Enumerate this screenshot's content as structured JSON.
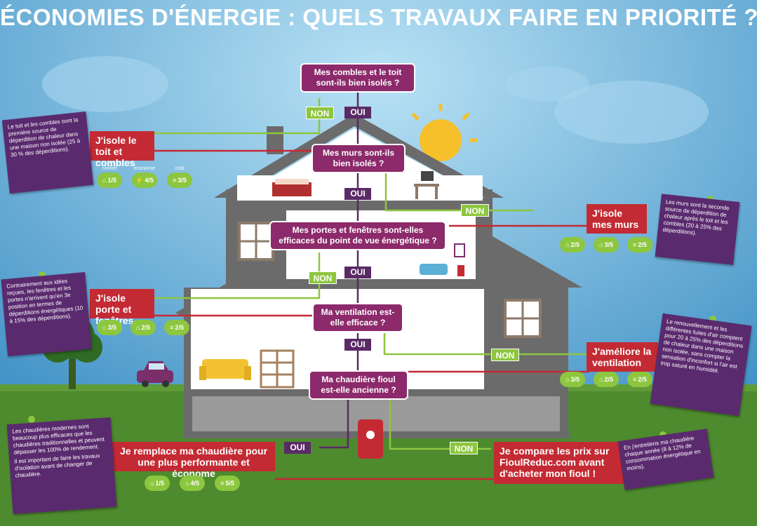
{
  "title": "ÉCONOMIES D'ÉNERGIE : QUELS TRAVAUX FAIRE EN PRIORITÉ ?",
  "colors": {
    "sky": "#6fb6dc",
    "grass": "#4e8a2e",
    "question": "#8c2a6b",
    "action": "#c42a33",
    "note": "#5a2a6e",
    "non": "#8dc63f",
    "oui": "#5a2a66"
  },
  "questions": [
    "Mes combles et le toit sont-ils bien isolés ?",
    "Mes murs sont-ils bien isolés ?",
    "Mes portes et fenêtres sont-elles efficaces du point de vue énergétique ?",
    "Ma ventilation est-elle efficace ?",
    "Ma chaudière fioul est-elle ancienne ?"
  ],
  "oui_label": "OUI",
  "non_label": "NON",
  "actions": {
    "toit": "J'isole le toit et combles",
    "murs": "J'isole mes murs",
    "portes": "J'isole porte et fenêtres",
    "ventilation": "J'améliore la ventilation",
    "chaudiere": "Je remplace ma chaudière pour une plus performante et économe",
    "compare": "Je compare les prix sur FioulReduc.com avant d'acheter mon fioul !"
  },
  "badge_labels": {
    "confort": "confort",
    "economie": "economie",
    "cout": "coût"
  },
  "badges": {
    "toit": [
      "1/5",
      "4/5",
      "3/5"
    ],
    "murs": [
      "2/5",
      "3/5",
      "2/5"
    ],
    "portes": [
      "3/5",
      "2/5",
      "2/5"
    ],
    "ventilation": [
      "3/5",
      "2/5",
      "2/5"
    ],
    "chaudiere": [
      "1/5",
      "4/5",
      "5/5"
    ]
  },
  "notes": {
    "toit": "Le toit et les combles sont la première source de déperdition de chaleur dans une maison non isolée (25 à 30 % des déperditions).",
    "murs": "Les murs sont la seconde source de déperdition de chaleur après le toit et les combles (20 à 25% des déperditions).",
    "portes": "Contrairement aux idées reçues, les fenêtres et les portes n'arrivent qu'en 3e position en termes de déperditions énergétiques (10 à 15% des déperditions).",
    "ventilation": "Le renouvellement et les différentes fuites d'air comptent pour 20 à 25% des déperditions de chaleur dans une maison non isolée, sans compter la sensation d'inconfort si l'air est trop saturé en humidité.",
    "chaudiere_1": "Les chaudières modernes sont beaucoup plus efficaces que les chaudières traditionnelles et peuvent dépasser les 100% de rendement.",
    "chaudiere_2": "Il est important de faire les travaux d'isolation avant de changer de chaudière.",
    "entretien": "En j'entretiens ma chaudière chaque année (8 à 12% de consommation énergétique en moins)."
  }
}
